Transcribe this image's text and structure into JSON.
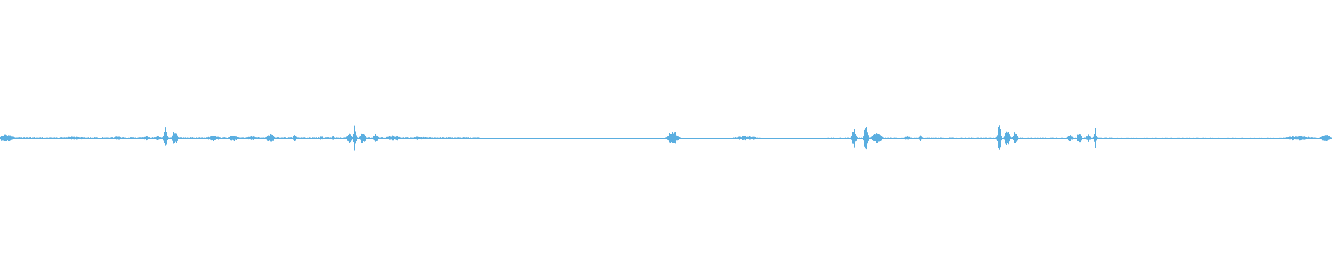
{
  "waveform": {
    "color": "#5aaee0",
    "baseline_color": "#5aaee0",
    "bursts": [
      {
        "t": 0.005,
        "amp": 0.03,
        "width": 0.012
      },
      {
        "t": 0.055,
        "amp": 0.012,
        "width": 0.02
      },
      {
        "t": 0.088,
        "amp": 0.015,
        "width": 0.006
      },
      {
        "t": 0.11,
        "amp": 0.02,
        "width": 0.004
      },
      {
        "t": 0.118,
        "amp": 0.02,
        "width": 0.003
      },
      {
        "t": 0.124,
        "amp": 0.08,
        "width": 0.003
      },
      {
        "t": 0.131,
        "amp": 0.06,
        "width": 0.004
      },
      {
        "t": 0.16,
        "amp": 0.02,
        "width": 0.01
      },
      {
        "t": 0.175,
        "amp": 0.02,
        "width": 0.008
      },
      {
        "t": 0.19,
        "amp": 0.015,
        "width": 0.012
      },
      {
        "t": 0.203,
        "amp": 0.035,
        "width": 0.006
      },
      {
        "t": 0.221,
        "amp": 0.03,
        "width": 0.003
      },
      {
        "t": 0.241,
        "amp": 0.02,
        "width": 0.003
      },
      {
        "t": 0.25,
        "amp": 0.015,
        "width": 0.003
      },
      {
        "t": 0.262,
        "amp": 0.04,
        "width": 0.004
      },
      {
        "t": 0.266,
        "amp": 0.12,
        "width": 0.002
      },
      {
        "t": 0.272,
        "amp": 0.04,
        "width": 0.005
      },
      {
        "t": 0.282,
        "amp": 0.035,
        "width": 0.004
      },
      {
        "t": 0.295,
        "amp": 0.02,
        "width": 0.012
      },
      {
        "t": 0.315,
        "amp": 0.012,
        "width": 0.015
      },
      {
        "t": 0.505,
        "amp": 0.06,
        "width": 0.008
      },
      {
        "t": 0.56,
        "amp": 0.015,
        "width": 0.02
      },
      {
        "t": 0.641,
        "amp": 0.08,
        "width": 0.004
      },
      {
        "t": 0.65,
        "amp": 0.14,
        "width": 0.003
      },
      {
        "t": 0.658,
        "amp": 0.05,
        "width": 0.008
      },
      {
        "t": 0.681,
        "amp": 0.015,
        "width": 0.005
      },
      {
        "t": 0.691,
        "amp": 0.035,
        "width": 0.002
      },
      {
        "t": 0.75,
        "amp": 0.12,
        "width": 0.003
      },
      {
        "t": 0.756,
        "amp": 0.08,
        "width": 0.004
      },
      {
        "t": 0.762,
        "amp": 0.05,
        "width": 0.004
      },
      {
        "t": 0.803,
        "amp": 0.03,
        "width": 0.004
      },
      {
        "t": 0.81,
        "amp": 0.05,
        "width": 0.003
      },
      {
        "t": 0.817,
        "amp": 0.035,
        "width": 0.003
      },
      {
        "t": 0.822,
        "amp": 0.09,
        "width": 0.002
      },
      {
        "t": 0.975,
        "amp": 0.015,
        "width": 0.025
      },
      {
        "t": 0.995,
        "amp": 0.025,
        "width": 0.008
      }
    ],
    "noise_segments": [
      {
        "start": 0.0,
        "end": 0.36,
        "amp": 0.006
      },
      {
        "start": 0.36,
        "end": 0.62,
        "amp": 0.002
      },
      {
        "start": 0.62,
        "end": 0.84,
        "amp": 0.004
      },
      {
        "start": 0.84,
        "end": 1.0,
        "amp": 0.003
      }
    ]
  }
}
